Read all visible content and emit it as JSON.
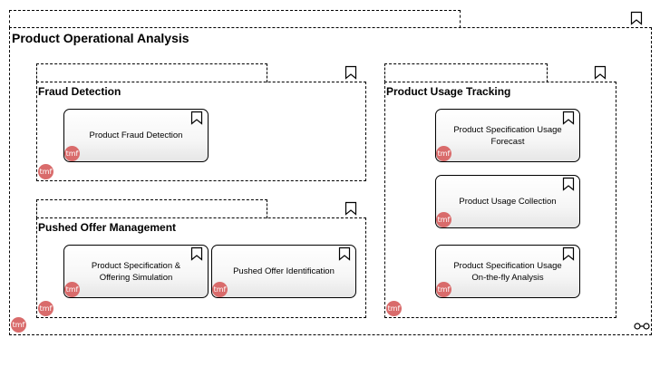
{
  "diagram": {
    "root": {
      "title": "Product Operational Analysis"
    },
    "groups": [
      {
        "id": "fraud",
        "title": "Fraud Detection",
        "cards": [
          {
            "label": "Product Fraud Detection"
          }
        ]
      },
      {
        "id": "offer",
        "title": "Pushed Offer Management",
        "cards": [
          {
            "label": "Product Specification & Offering Simulation"
          },
          {
            "label": "Pushed Offer Identification"
          }
        ]
      },
      {
        "id": "usage",
        "title": "Product Usage Tracking",
        "cards": [
          {
            "label": "Product Specification Usage Forecast"
          },
          {
            "label": "Product Usage Collection"
          },
          {
            "label": "Product Specification Usage On-the-fly Analysis"
          }
        ]
      }
    ],
    "badge_text": "tmf",
    "icons": {
      "element": "bookmark-icon",
      "link": "link-icon"
    },
    "colors": {
      "badge": "#d96b6b",
      "card_fill_bottom": "#e6e6e6",
      "line": "#000000"
    }
  }
}
